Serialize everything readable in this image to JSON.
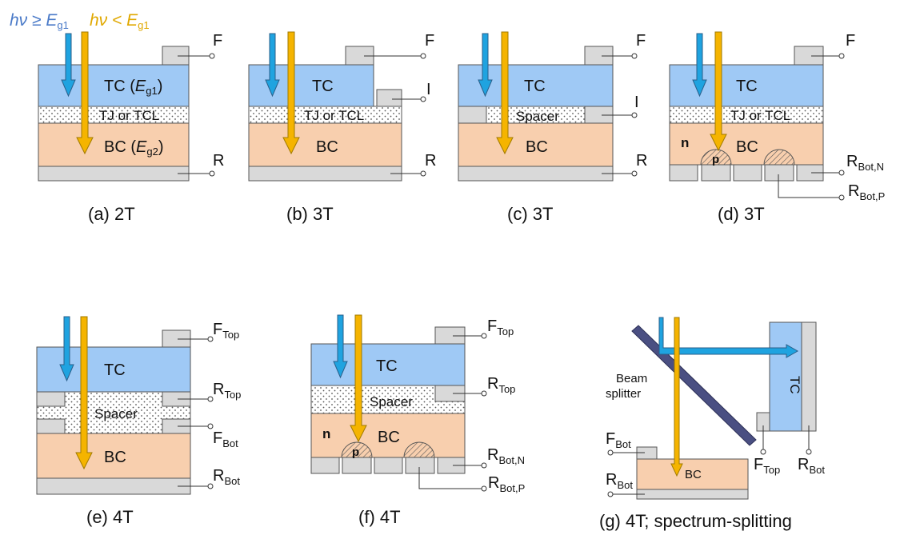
{
  "legend": {
    "blue_prefix": "hν ≥ ",
    "yellow_prefix": "hν < ",
    "E": "E",
    "sub": "g1",
    "blue_color": "#4a7ac8",
    "yellow_color": "#e0a800"
  },
  "colors": {
    "top_cell": "#9fc9f5",
    "bottom_cell": "#f8cfae",
    "contact": "#d9d9d9",
    "outline": "#555555",
    "blue_arrow": "#1fa3e0",
    "yellow_arrow": "#f5b400",
    "splitter": "#4a4f82"
  },
  "labels": {
    "tc": "TC",
    "bc": "BC",
    "tj_tcl": "TJ or TCL",
    "spacer": "Spacer",
    "F": "F",
    "I": "I",
    "R": "R",
    "n": "n",
    "p": "p",
    "tc_eg1_pre": "TC (",
    "eg_E": "E",
    "eg1_sub": "g1",
    "eg2_sub": "g2",
    "close": ")",
    "bc_eg2_pre": "BC (",
    "beam1": "Beam",
    "beam2": "splitter",
    "sub_top": "Top",
    "sub_bot": "Bot",
    "sub_botn": "Bot,N",
    "sub_botp": "Bot,P"
  },
  "captions": {
    "a": "(a) 2T",
    "b": "(b) 3T",
    "c": "(c) 3T",
    "d": "(d) 3T",
    "e": "(e) 4T",
    "f": "(f) 4T",
    "g": "(g) 4T; spectrum-splitting"
  }
}
